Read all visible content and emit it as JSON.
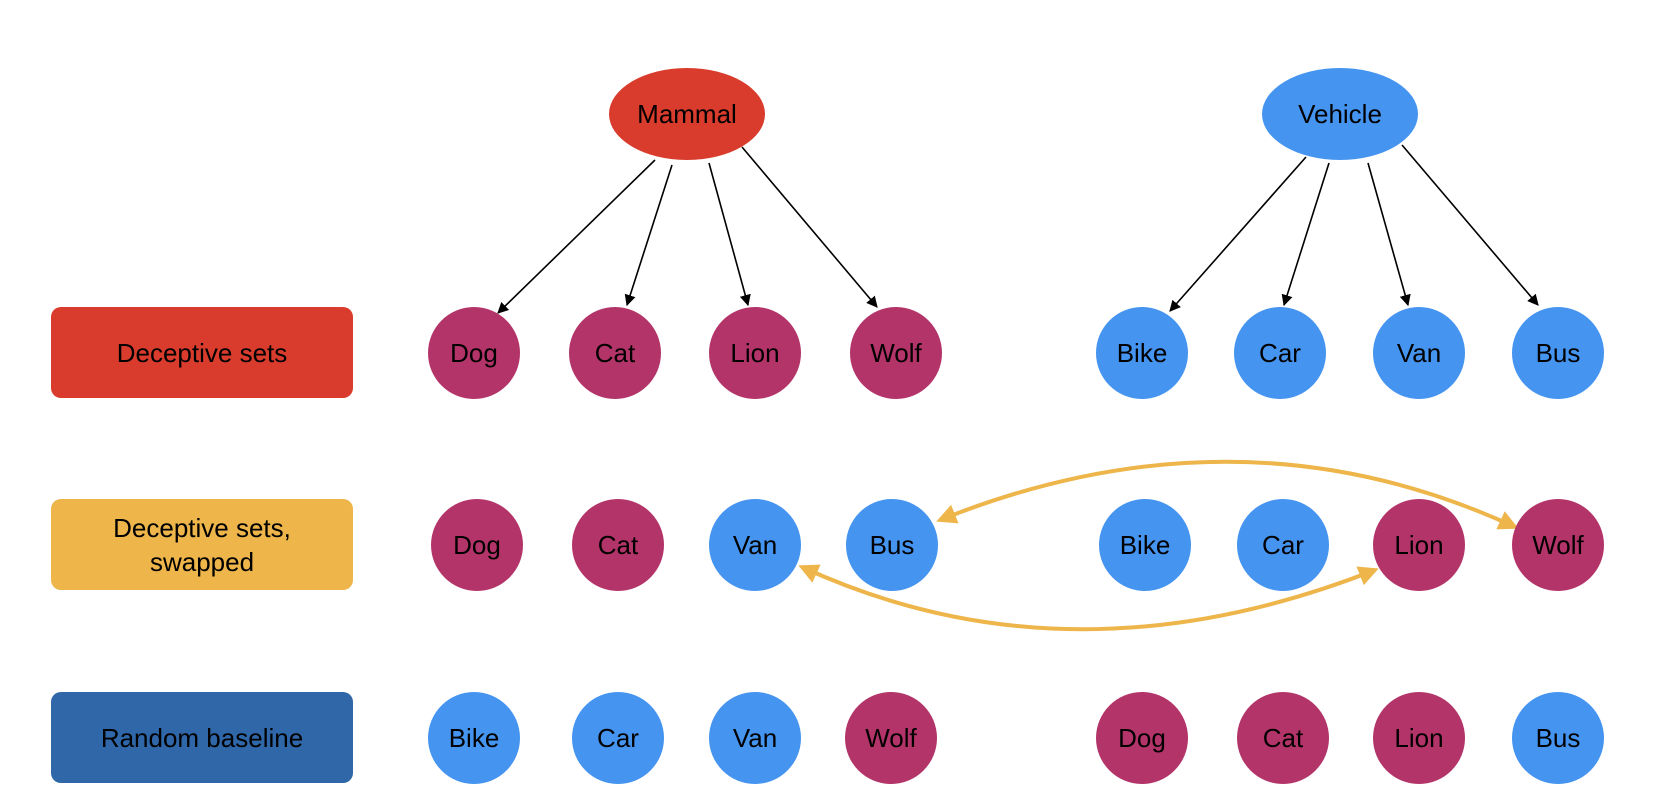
{
  "colors": {
    "mammal": "#b33469",
    "vehicle": "#4594f0",
    "mammal_root": "#d93c2c",
    "vehicle_root": "#4594f0",
    "swap_arrow": "#edb54a"
  },
  "roots": [
    {
      "label": "Mammal",
      "kind": "mammal_root"
    },
    {
      "label": "Vehicle",
      "kind": "vehicle_root"
    }
  ],
  "rows": [
    {
      "label": "Deceptive sets",
      "color": "#d93c2c",
      "nodes": [
        {
          "label": "Dog",
          "kind": "mammal"
        },
        {
          "label": "Cat",
          "kind": "mammal"
        },
        {
          "label": "Lion",
          "kind": "mammal"
        },
        {
          "label": "Wolf",
          "kind": "mammal"
        },
        {
          "label": "Bike",
          "kind": "vehicle"
        },
        {
          "label": "Car",
          "kind": "vehicle"
        },
        {
          "label": "Van",
          "kind": "vehicle"
        },
        {
          "label": "Bus",
          "kind": "vehicle"
        }
      ]
    },
    {
      "label": "Deceptive sets,\nswapped",
      "color": "#edb54a",
      "nodes": [
        {
          "label": "Dog",
          "kind": "mammal"
        },
        {
          "label": "Cat",
          "kind": "mammal"
        },
        {
          "label": "Van",
          "kind": "vehicle"
        },
        {
          "label": "Bus",
          "kind": "vehicle"
        },
        {
          "label": "Bike",
          "kind": "vehicle"
        },
        {
          "label": "Car",
          "kind": "vehicle"
        },
        {
          "label": "Lion",
          "kind": "mammal"
        },
        {
          "label": "Wolf",
          "kind": "mammal"
        }
      ]
    },
    {
      "label": "Random baseline",
      "color": "#2f67a8",
      "nodes": [
        {
          "label": "Bike",
          "kind": "vehicle"
        },
        {
          "label": "Car",
          "kind": "vehicle"
        },
        {
          "label": "Van",
          "kind": "vehicle"
        },
        {
          "label": "Wolf",
          "kind": "mammal"
        },
        {
          "label": "Dog",
          "kind": "mammal"
        },
        {
          "label": "Cat",
          "kind": "mammal"
        },
        {
          "label": "Lion",
          "kind": "mammal"
        },
        {
          "label": "Bus",
          "kind": "vehicle"
        }
      ]
    }
  ],
  "edges": [
    {
      "from": "Mammal",
      "to": "Dog"
    },
    {
      "from": "Mammal",
      "to": "Cat"
    },
    {
      "from": "Mammal",
      "to": "Lion"
    },
    {
      "from": "Mammal",
      "to": "Wolf"
    },
    {
      "from": "Vehicle",
      "to": "Bike"
    },
    {
      "from": "Vehicle",
      "to": "Car"
    },
    {
      "from": "Vehicle",
      "to": "Van"
    },
    {
      "from": "Vehicle",
      "to": "Bus"
    }
  ],
  "swaps": [
    {
      "a": "Bus",
      "b": "Wolf"
    },
    {
      "a": "Van",
      "b": "Lion"
    }
  ]
}
